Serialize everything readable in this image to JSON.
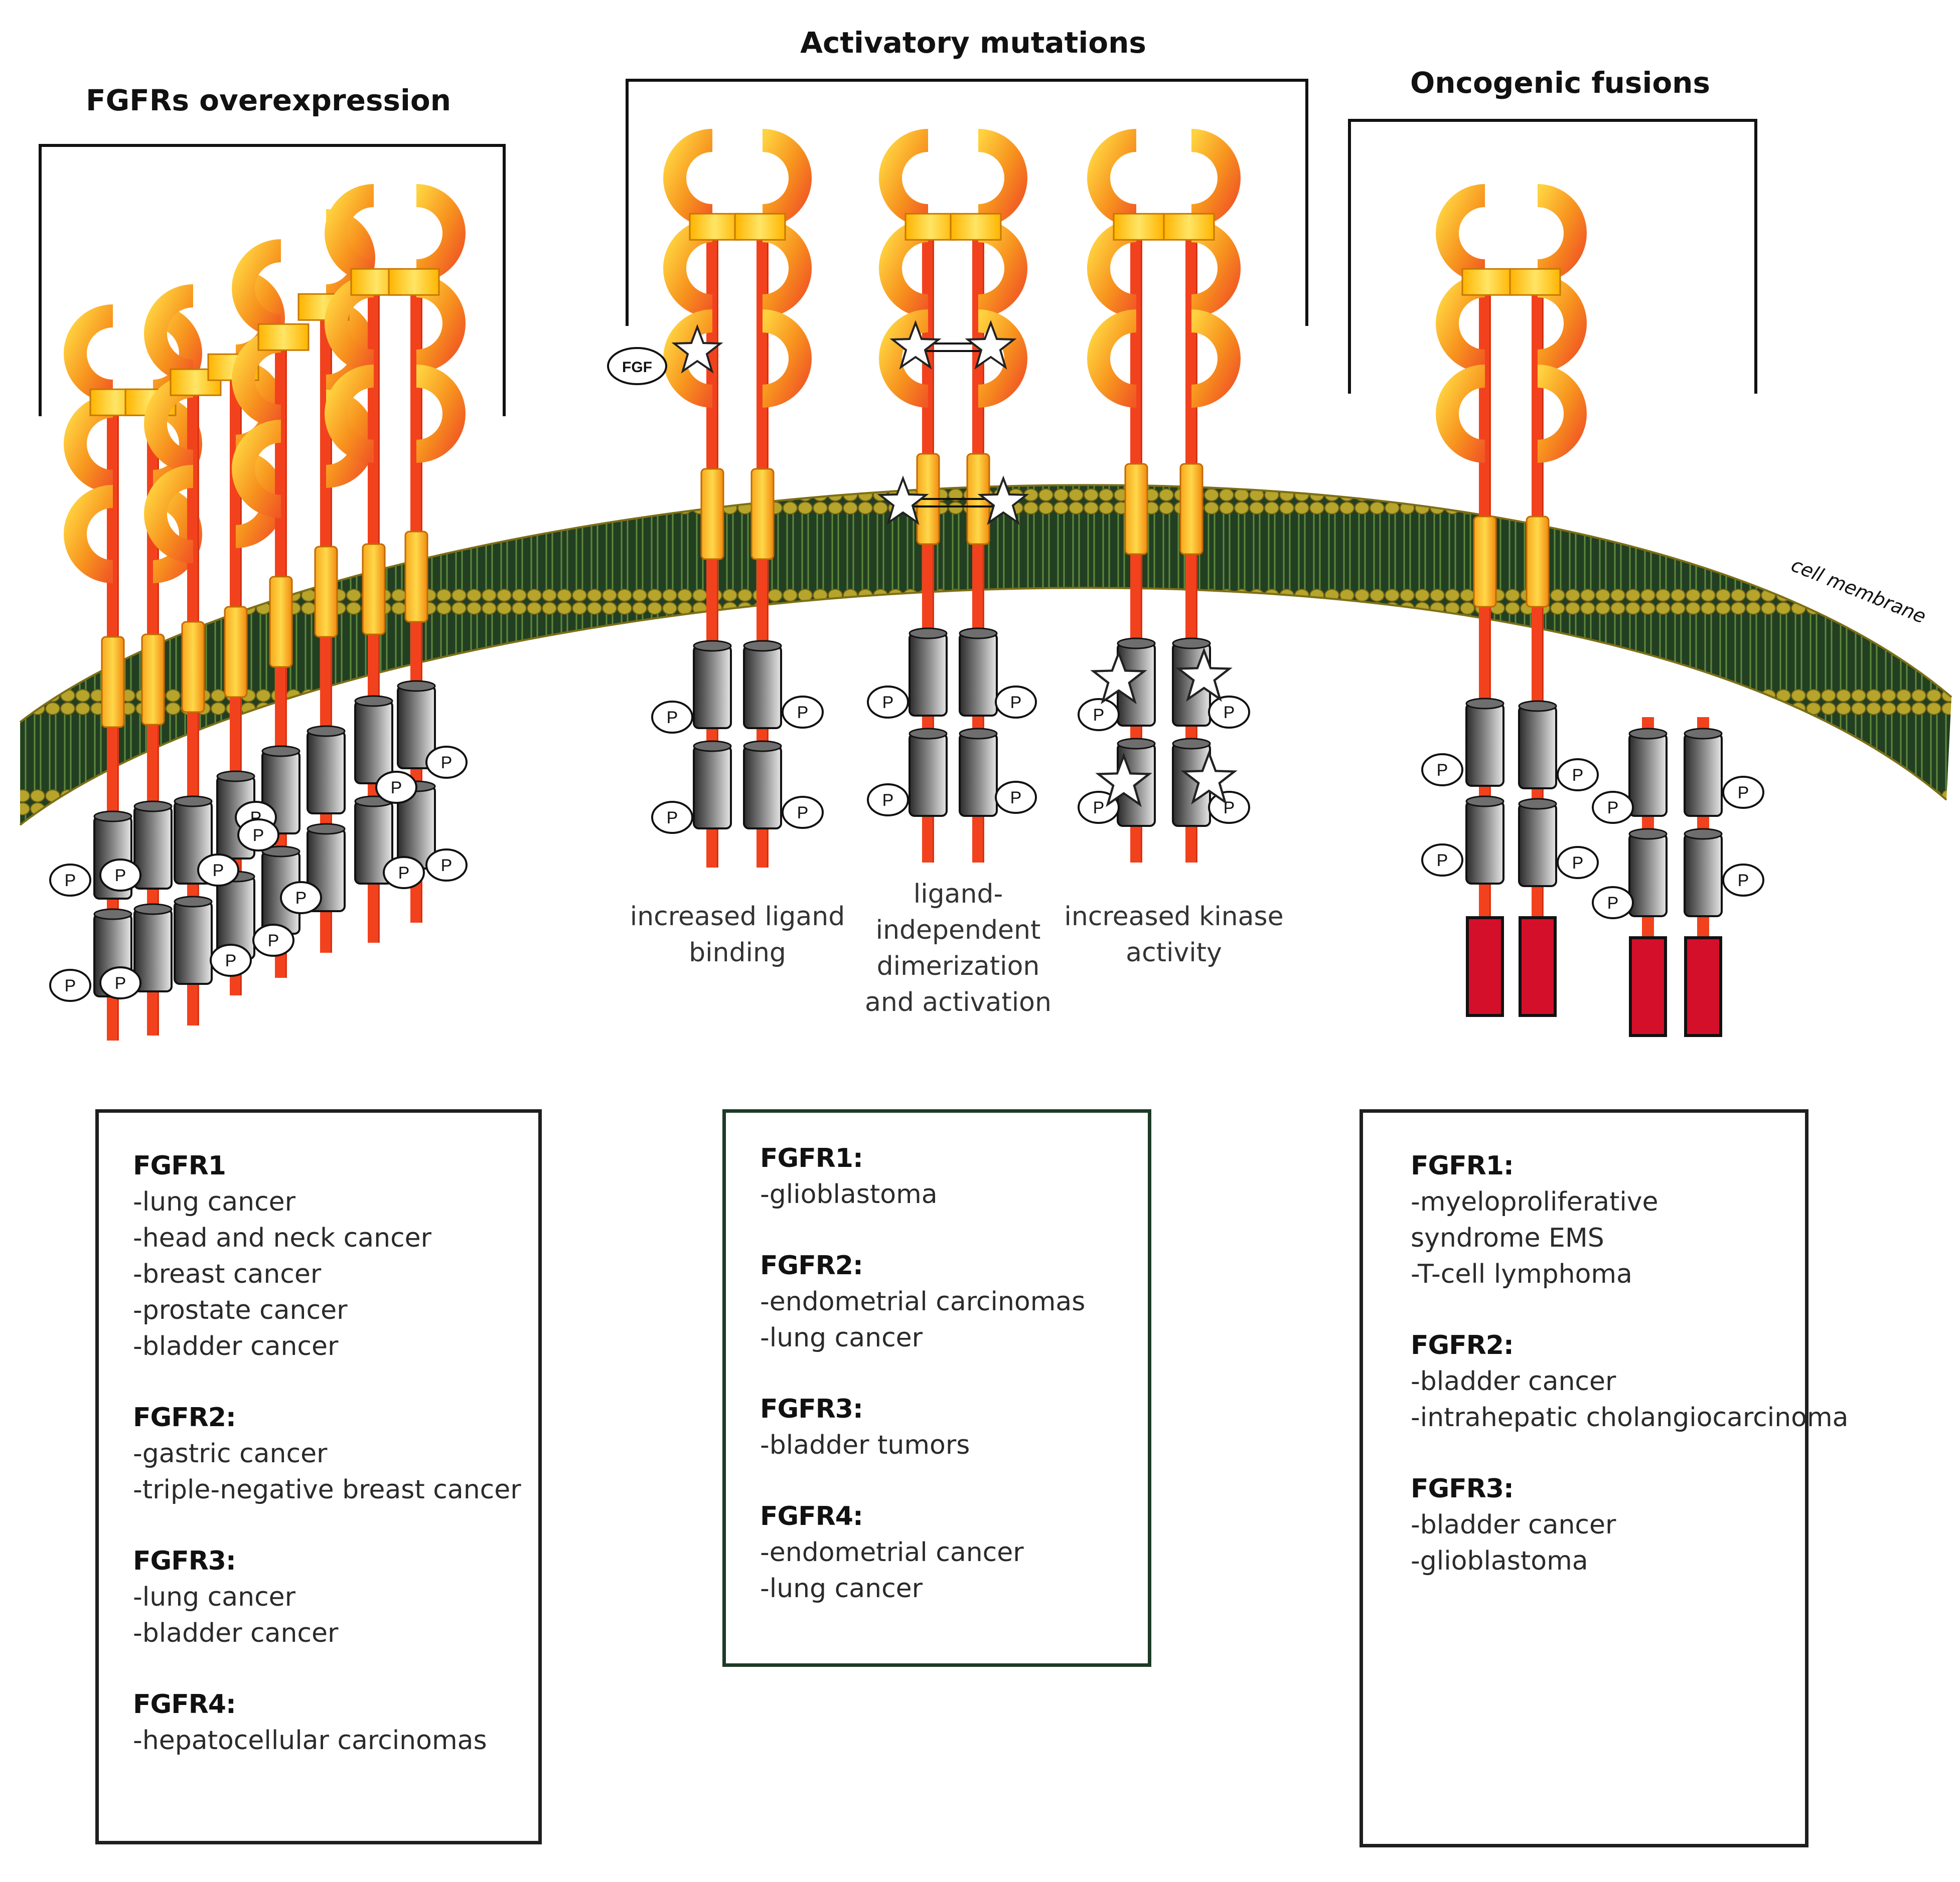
{
  "colors": {
    "receptor_orange": "#f7931e",
    "receptor_gold": "#ffd23f",
    "stalk_red": "#f2421d",
    "membrane_head": "#b3a12a",
    "membrane_tail": "#1e4d28",
    "kinase_gray": "#8a8a8a",
    "fusion_red": "#d40f2a"
  },
  "icons": [
    "star-icon",
    "phosphate-icon",
    "fgf-ligand-icon"
  ],
  "sections": {
    "overexpression": {
      "title": "FGFRs overexpression"
    },
    "mutations": {
      "title": "Activatory mutations",
      "captions": [
        {
          "lines": [
            "increased ligand",
            "binding"
          ]
        },
        {
          "lines": [
            "ligand-",
            "independent",
            "dimerization",
            "and activation"
          ]
        },
        {
          "lines": [
            "increased kinase",
            "activity"
          ]
        }
      ]
    },
    "fusions": {
      "title": "Oncogenic fusions"
    }
  },
  "labels": {
    "membrane": "cell membrane",
    "phosphate": "P",
    "ligand": "FGF"
  },
  "boxes": [
    {
      "groups": [
        {
          "head": "FGFR1",
          "items": [
            "-lung cancer",
            "-head and neck cancer",
            "-breast cancer",
            "-prostate cancer",
            "-bladder cancer"
          ]
        },
        {
          "head": "FGFR2:",
          "items": [
            "-gastric cancer",
            "-triple-negative breast cancer"
          ]
        },
        {
          "head": "FGFR3:",
          "items": [
            "-lung cancer",
            "-bladder cancer"
          ]
        },
        {
          "head": "FGFR4:",
          "items": [
            "-hepatocellular carcinomas"
          ]
        }
      ]
    },
    {
      "groups": [
        {
          "head": "FGFR1:",
          "items": [
            "-glioblastoma"
          ]
        },
        {
          "head": "FGFR2:",
          "items": [
            "-endometrial carcinomas",
            "-lung cancer"
          ]
        },
        {
          "head": "FGFR3:",
          "items": [
            "-bladder tumors"
          ]
        },
        {
          "head": "FGFR4:",
          "items": [
            "-endometrial cancer",
            "-lung cancer"
          ]
        }
      ]
    },
    {
      "groups": [
        {
          "head": "FGFR1:",
          "items": [
            "-myeloproliferative",
            "syndrome EMS",
            "-T-cell lymphoma"
          ]
        },
        {
          "head": "FGFR2:",
          "items": [
            "-bladder cancer",
            "-intrahepatic cholangiocarcinoma"
          ]
        },
        {
          "head": "FGFR3:",
          "items": [
            "-bladder cancer",
            "-glioblastoma"
          ]
        }
      ]
    }
  ]
}
